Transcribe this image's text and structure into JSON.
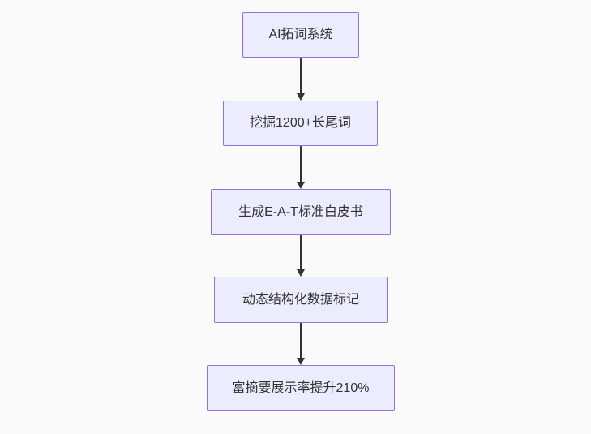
{
  "diagram": {
    "type": "flowchart",
    "direction": "top-down",
    "nodes": [
      {
        "id": "A",
        "label": "AI拓词系统"
      },
      {
        "id": "B",
        "label": "挖掘1200+长尾词"
      },
      {
        "id": "C",
        "label": "生成E-A-T标准白皮书"
      },
      {
        "id": "D",
        "label": "动态结构化数据标记"
      },
      {
        "id": "E",
        "label": "富摘要展示率提升210%"
      }
    ],
    "edges": [
      {
        "from": "A",
        "to": "B"
      },
      {
        "from": "B",
        "to": "C"
      },
      {
        "from": "C",
        "to": "D"
      },
      {
        "from": "D",
        "to": "E"
      }
    ],
    "colors": {
      "node_fill": "#ECECFF",
      "node_border": "#9370DB",
      "node_text": "#333333",
      "arrow": "#333333",
      "background": "#fafafa"
    }
  }
}
